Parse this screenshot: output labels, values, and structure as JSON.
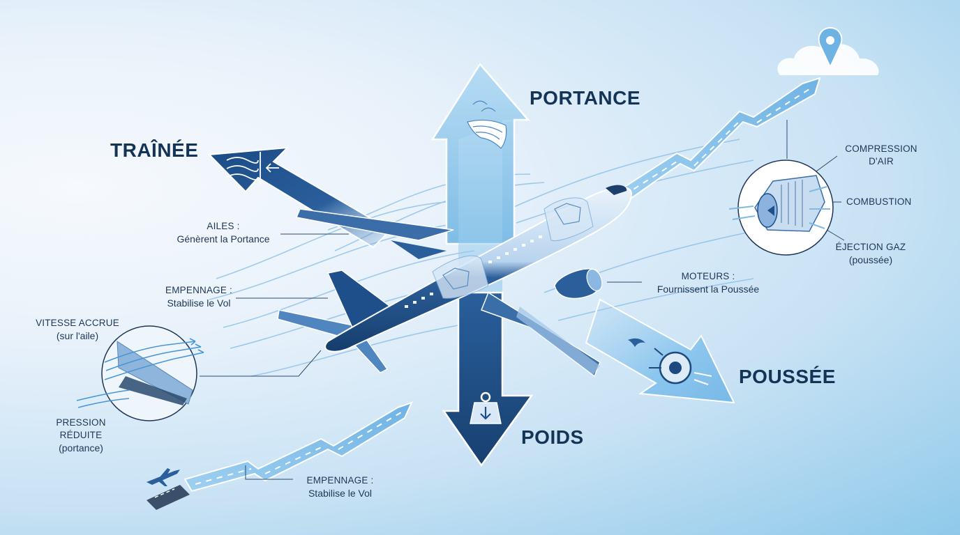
{
  "forces": {
    "lift": "PORTANCE",
    "drag": "TRAÎNÉE",
    "thrust": "POUSSÉE",
    "weight": "POIDS"
  },
  "callouts": {
    "wings": {
      "title": "AILES :",
      "text": "Génèrent la Portance"
    },
    "tail_top": {
      "title": "EMPENNAGE :",
      "text": "Stabilise le Vol"
    },
    "engines": {
      "title": "MOTEURS :",
      "text": "Fournissent la Poussée"
    },
    "speed": {
      "title": "VITESSE ACCRUE",
      "text": "(sur l'aile)"
    },
    "pressure": {
      "title1": "PRESSION",
      "title2": "RÉDUITE",
      "text": "(portance)"
    },
    "tail_bottom": {
      "title": "EMPENNAGE :",
      "text": "Stabilise le Vol"
    }
  },
  "engine_detail": {
    "compression": {
      "line1": "COMPRESSION",
      "line2": "D'AIR"
    },
    "combustion": "COMBUSTION",
    "exhaust": {
      "title": "ÉJECTION GAZ",
      "text": "(poussée)"
    }
  },
  "icons": [
    "wing-icon",
    "weight-icon",
    "wind-icon",
    "jet-engine-icon",
    "location-pin-icon",
    "cloud-icon",
    "airplane-takeoff-icon"
  ],
  "colors": {
    "navy": "#1c4f8c",
    "light_blue": "#8cc4ea",
    "text": "#1d3656"
  }
}
